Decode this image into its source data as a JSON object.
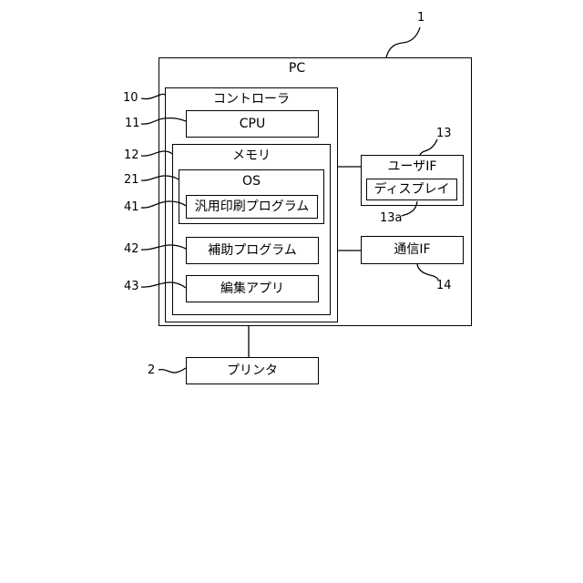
{
  "pc": {
    "title": "PC",
    "ref": "1"
  },
  "controller": {
    "title": "コントローラ",
    "ref": "10"
  },
  "cpu": {
    "label": "CPU",
    "ref": "11"
  },
  "memory": {
    "title": "メモリ",
    "ref": "12"
  },
  "os": {
    "label": "OS",
    "ref": "21"
  },
  "general_print_program": {
    "label": "汎用印刷プログラム",
    "ref": "41"
  },
  "auxiliary_program": {
    "label": "補助プログラム",
    "ref": "42"
  },
  "editing_app": {
    "label": "編集アプリ",
    "ref": "43"
  },
  "user_if": {
    "label": "ユーザIF",
    "ref": "13"
  },
  "display": {
    "label": "ディスプレイ",
    "ref": "13a"
  },
  "comm_if": {
    "label": "通信IF",
    "ref": "14"
  },
  "printer": {
    "label": "プリンタ",
    "ref": "2"
  }
}
